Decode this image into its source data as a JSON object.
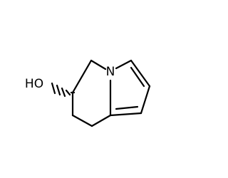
{
  "molecule": {
    "atoms": [
      {
        "id": "O",
        "label": "HO"
      },
      {
        "id": "N",
        "label": "N"
      }
    ],
    "colors": {
      "bond": "#000000",
      "label": "#000000",
      "background": "#ffffff"
    }
  }
}
